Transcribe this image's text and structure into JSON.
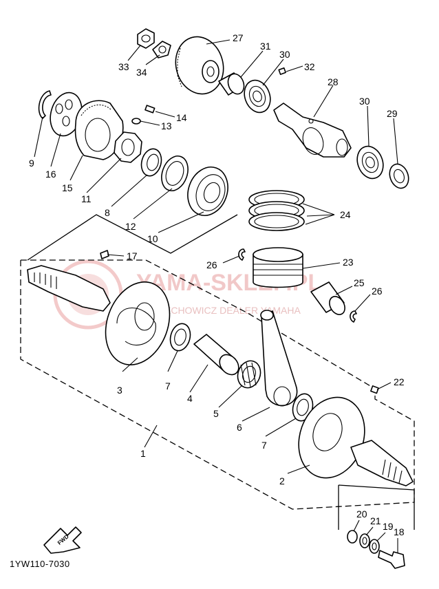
{
  "watermark": {
    "brand": "YAMA-SKLEP.PL",
    "tagline": "CIECHOWICZ DEALER YAMAHA",
    "color": "#e8b0b0"
  },
  "diagram_code": "1YW110-7030",
  "fwd_label": "FWD",
  "callouts": [
    "1",
    "2",
    "3",
    "4",
    "5",
    "6",
    "7",
    "7",
    "8",
    "9",
    "10",
    "11",
    "12",
    "13",
    "14",
    "15",
    "16",
    "17",
    "18",
    "19",
    "20",
    "21",
    "22",
    "23",
    "24",
    "25",
    "26",
    "26",
    "27",
    "28",
    "29",
    "30",
    "30",
    "31",
    "32",
    "33",
    "34"
  ]
}
